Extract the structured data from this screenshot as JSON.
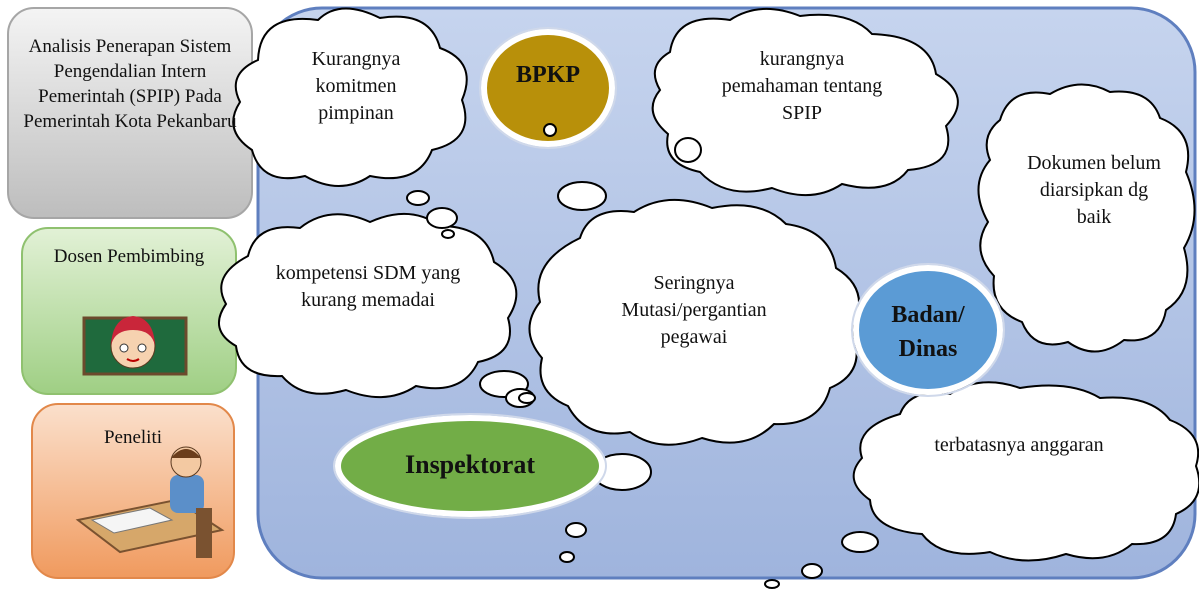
{
  "side_boxes": {
    "title": "Analisis Penerapan Sistem Pengendalian Intern Pemerintah (SPIP) Pada Pemerintah Kota Pekanbaru",
    "supervisor": "Dosen Pembimbing",
    "researcher": "Peneliti"
  },
  "institutions": {
    "bpkp": "BPKP",
    "badan_dinas": "Badan/ Dinas",
    "inspektorat": "Inspektorat"
  },
  "issues": {
    "komitmen": "Kurangnya komitmen pimpinan",
    "pemahaman": "kurangnya pemahaman tentang SPIP",
    "dokumen": "Dokumen belum diarsipkan dg baik",
    "kompetensi": "kompetensi SDM yang kurang memadai",
    "mutasi": "Seringnya Mutasi/pergantian pegawai",
    "anggaran": "terbatasnya anggaran"
  },
  "colors": {
    "panel": "#a9bde2",
    "bpkp": "#b8900a",
    "badan_dinas": "#5b9bd5",
    "inspektorat": "#72ad47",
    "title_box": "#d4d4d4",
    "supervisor_box": "#b3d89b",
    "researcher_box": "#f4b183"
  }
}
